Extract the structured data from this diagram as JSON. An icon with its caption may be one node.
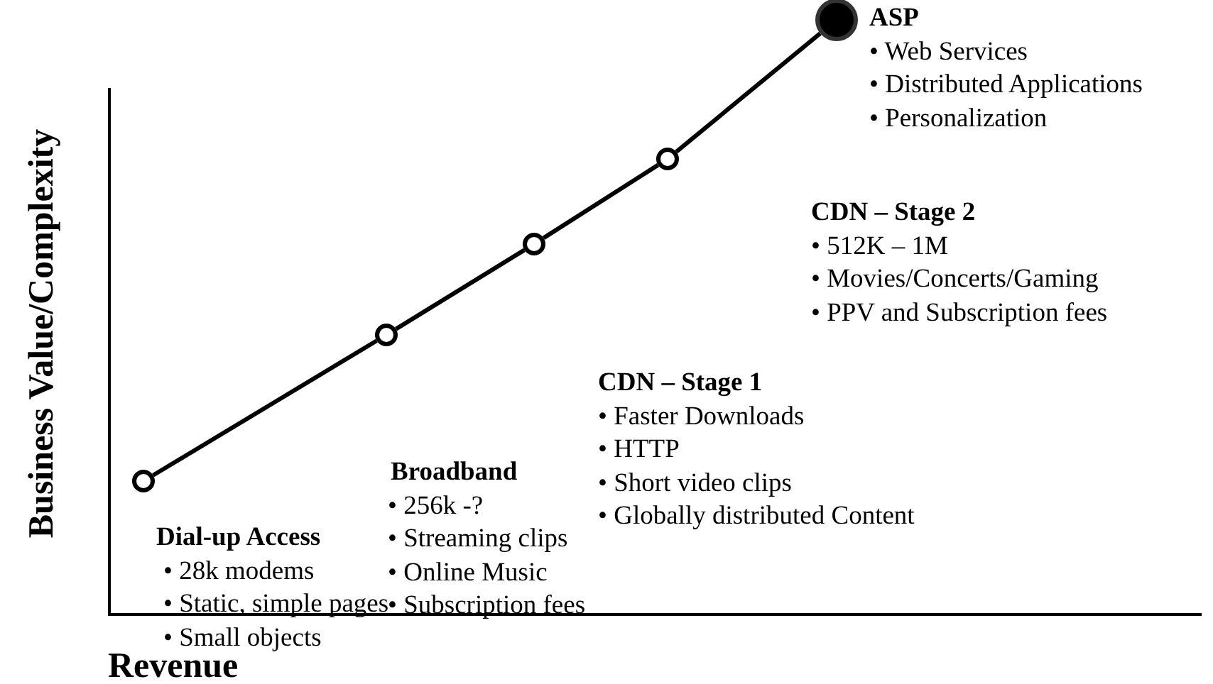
{
  "diagram": {
    "nodes": [
      {
        "text": [],
        "shape": "circle",
        "beside": [
          "Dial-up Access",
          "• 28k modems",
          "• Static, simple pages",
          "• Small objects"
        ]
      },
      {
        "text": [],
        "shape": "circle",
        "beside": [
          "Broadband",
          "• 256k -?",
          "• Streaming clips",
          "• Online Music",
          "• Subscription fees"
        ]
      },
      {
        "text": [],
        "shape": "circle",
        "beside": [
          "CDN – Stage 1",
          "• Faster Downloads",
          "• HTTP",
          "• Short video clips",
          "• Globally distributed Content"
        ]
      },
      {
        "text": [],
        "shape": "circle",
        "beside": [
          "CDN – Stage 2",
          "• 512K – 1M",
          "• Movies/Concerts/Gaming",
          "• PPV and Subscription fees"
        ]
      },
      {
        "text": [],
        "shape": "circle",
        "beside": [
          "ASP",
          "• Web Services",
          "• Distributed Applications",
          "• Personalization"
        ]
      }
    ],
    "edges": [
      {
        "from": 0,
        "to": 1,
        "arrow": "none"
      },
      {
        "from": 1,
        "to": 2,
        "arrow": "none"
      },
      {
        "from": 2,
        "to": 3,
        "arrow": "none"
      },
      {
        "from": 3,
        "to": 4,
        "arrow": "none"
      }
    ],
    "labels": [
      "Business Value/Complexity",
      "Revenue"
    ]
  }
}
